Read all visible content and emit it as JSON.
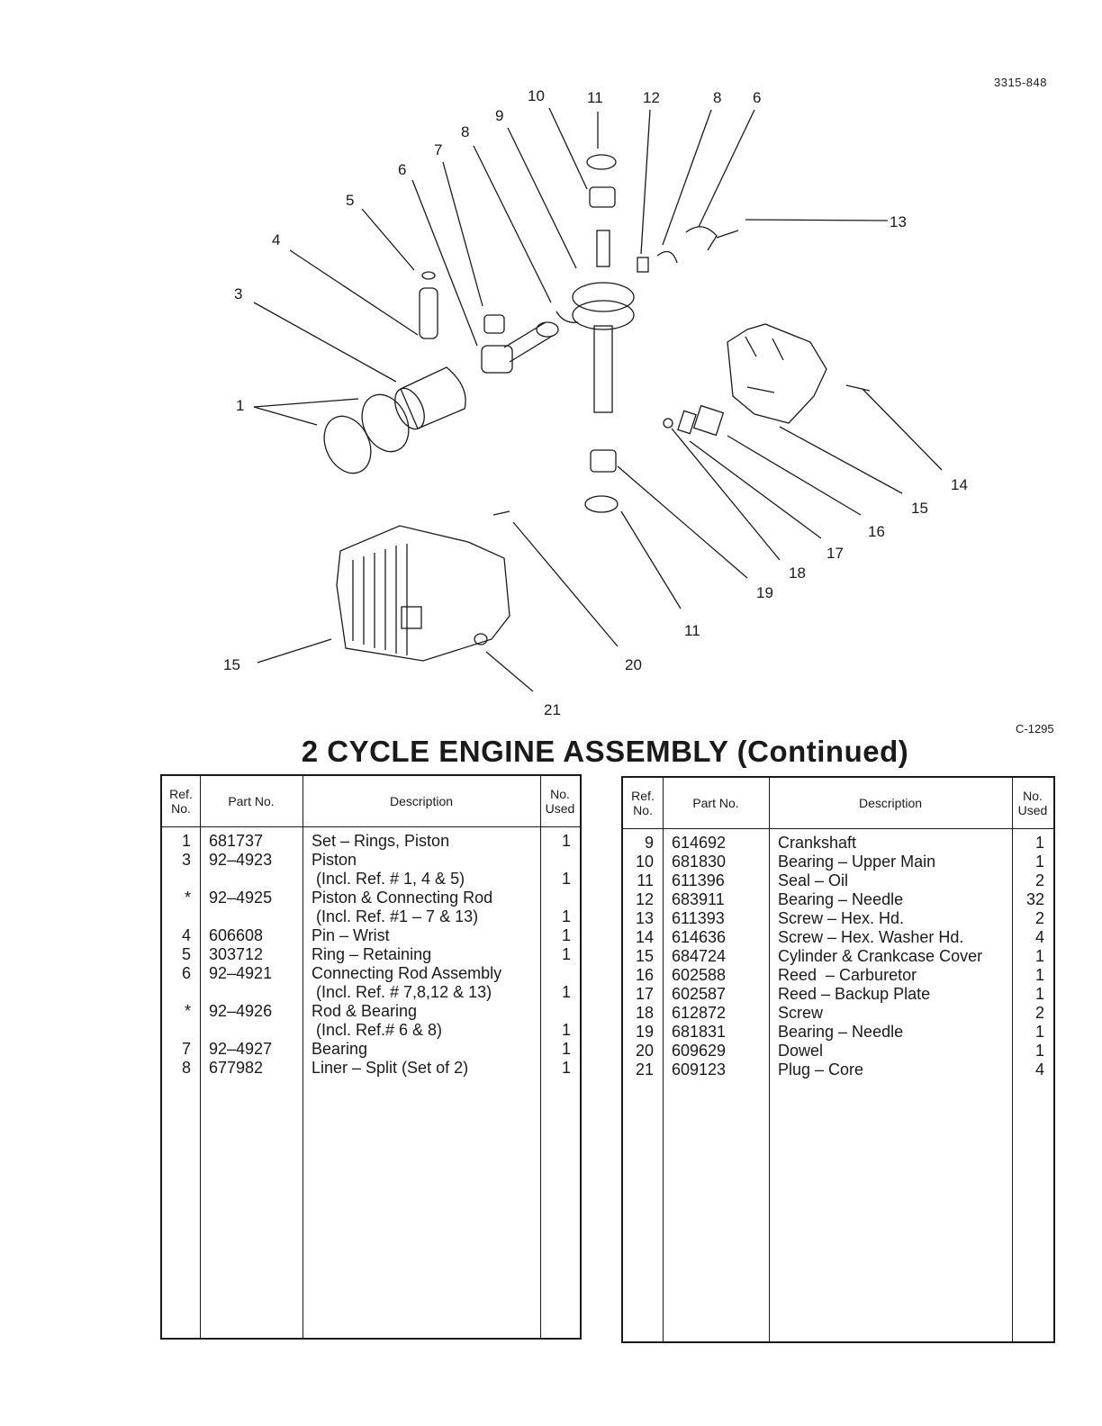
{
  "header": {
    "doc_number": "3315-848",
    "figure_number": "C-1295"
  },
  "title": "2 CYCLE ENGINE ASSEMBLY (Continued)",
  "diagram_callouts": {
    "c1": "1",
    "c3": "3",
    "c4": "4",
    "c5": "5",
    "c6a": "6",
    "c7": "7",
    "c8a": "8",
    "c9": "9",
    "c10": "10",
    "c11a": "11",
    "c12": "12",
    "c8b": "8",
    "c6b": "6",
    "c13": "13",
    "c14": "14",
    "c15a": "15",
    "c16": "16",
    "c17": "17",
    "c18": "18",
    "c19": "19",
    "c11b": "11",
    "c20": "20",
    "c15b": "15",
    "c21": "21"
  },
  "table_headers": {
    "ref": "Ref.\nNo.",
    "part": "Part No.",
    "desc": "Description",
    "used": "No.\nUsed"
  },
  "left_table": [
    {
      "ref": "1",
      "part": "681737",
      "desc": "Set – Rings, Piston",
      "used": "1"
    },
    {
      "ref": "3",
      "part": "92–4923",
      "desc": "Piston",
      "used": ""
    },
    {
      "ref": "",
      "part": "",
      "desc": " (Incl. Ref. # 1, 4 & 5)",
      "used": "1"
    },
    {
      "ref": "*",
      "part": "92–4925",
      "desc": "Piston & Connecting Rod",
      "used": ""
    },
    {
      "ref": "",
      "part": "",
      "desc": " (Incl. Ref. #1 – 7 & 13)",
      "used": "1"
    },
    {
      "ref": "4",
      "part": "606608",
      "desc": "Pin – Wrist",
      "used": "1"
    },
    {
      "ref": "5",
      "part": "303712",
      "desc": "Ring – Retaining",
      "used": "1"
    },
    {
      "ref": "6",
      "part": "92–4921",
      "desc": "Connecting Rod Assembly",
      "used": ""
    },
    {
      "ref": "",
      "part": "",
      "desc": " (Incl. Ref. # 7,8,12 & 13)",
      "used": "1"
    },
    {
      "ref": "*",
      "part": "92–4926",
      "desc": "Rod & Bearing",
      "used": ""
    },
    {
      "ref": "",
      "part": "",
      "desc": " (Incl. Ref.# 6 & 8)",
      "used": "1"
    },
    {
      "ref": "7",
      "part": "92–4927",
      "desc": "Bearing",
      "used": "1"
    },
    {
      "ref": "8",
      "part": "677982",
      "desc": "Liner – Split (Set of 2)",
      "used": "1"
    }
  ],
  "right_table": [
    {
      "ref": "9",
      "part": "614692",
      "desc": "Crankshaft",
      "used": "1"
    },
    {
      "ref": "10",
      "part": "681830",
      "desc": "Bearing – Upper Main",
      "used": "1"
    },
    {
      "ref": "11",
      "part": "611396",
      "desc": "Seal – Oil",
      "used": "2"
    },
    {
      "ref": "12",
      "part": "683911",
      "desc": "Bearing – Needle",
      "used": "32"
    },
    {
      "ref": "13",
      "part": "611393",
      "desc": "Screw – Hex. Hd.",
      "used": "2"
    },
    {
      "ref": "14",
      "part": "614636",
      "desc": "Screw – Hex. Washer Hd.",
      "used": "4"
    },
    {
      "ref": "15",
      "part": "684724",
      "desc": "Cylinder & Crankcase Cover",
      "used": "1"
    },
    {
      "ref": "16",
      "part": "602588",
      "desc": "Reed  – Carburetor",
      "used": "1"
    },
    {
      "ref": "17",
      "part": "602587",
      "desc": "Reed – Backup Plate",
      "used": "1"
    },
    {
      "ref": "18",
      "part": "612872",
      "desc": "Screw",
      "used": "2"
    },
    {
      "ref": "19",
      "part": "681831",
      "desc": "Bearing – Needle",
      "used": "1"
    },
    {
      "ref": "20",
      "part": "609629",
      "desc": "Dowel",
      "used": "1"
    },
    {
      "ref": "21",
      "part": "609123",
      "desc": "Plug – Core",
      "used": "4"
    }
  ]
}
